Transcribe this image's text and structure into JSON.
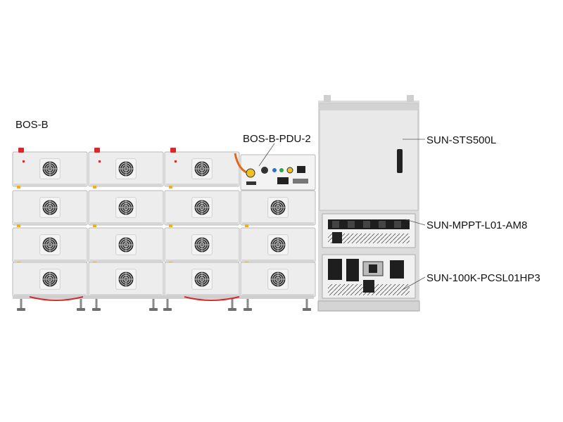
{
  "labels": {
    "battery": "BOS-B",
    "pdu": "BOS-B-PDU-2",
    "sts": "SUN-STS500L",
    "mppt": "SUN-MPPT-L01-AM8",
    "pcs": "SUN-100K-PCSL01HP3"
  },
  "battery_stack": {
    "columns": 4,
    "rows": 4,
    "pdu_position": "top of column 4"
  },
  "colors": {
    "module": "#ededed",
    "module_edge": "#b8b8b8",
    "fan": "#2b2b2b",
    "accent_red": "#d62a2a",
    "accent_yellow": "#e8b12a",
    "cabinet": "#e9e9e9",
    "leader": "#555555"
  },
  "icons": [
    "fan-icon",
    "foot-icon",
    "terminal-icon",
    "handle-icon"
  ]
}
